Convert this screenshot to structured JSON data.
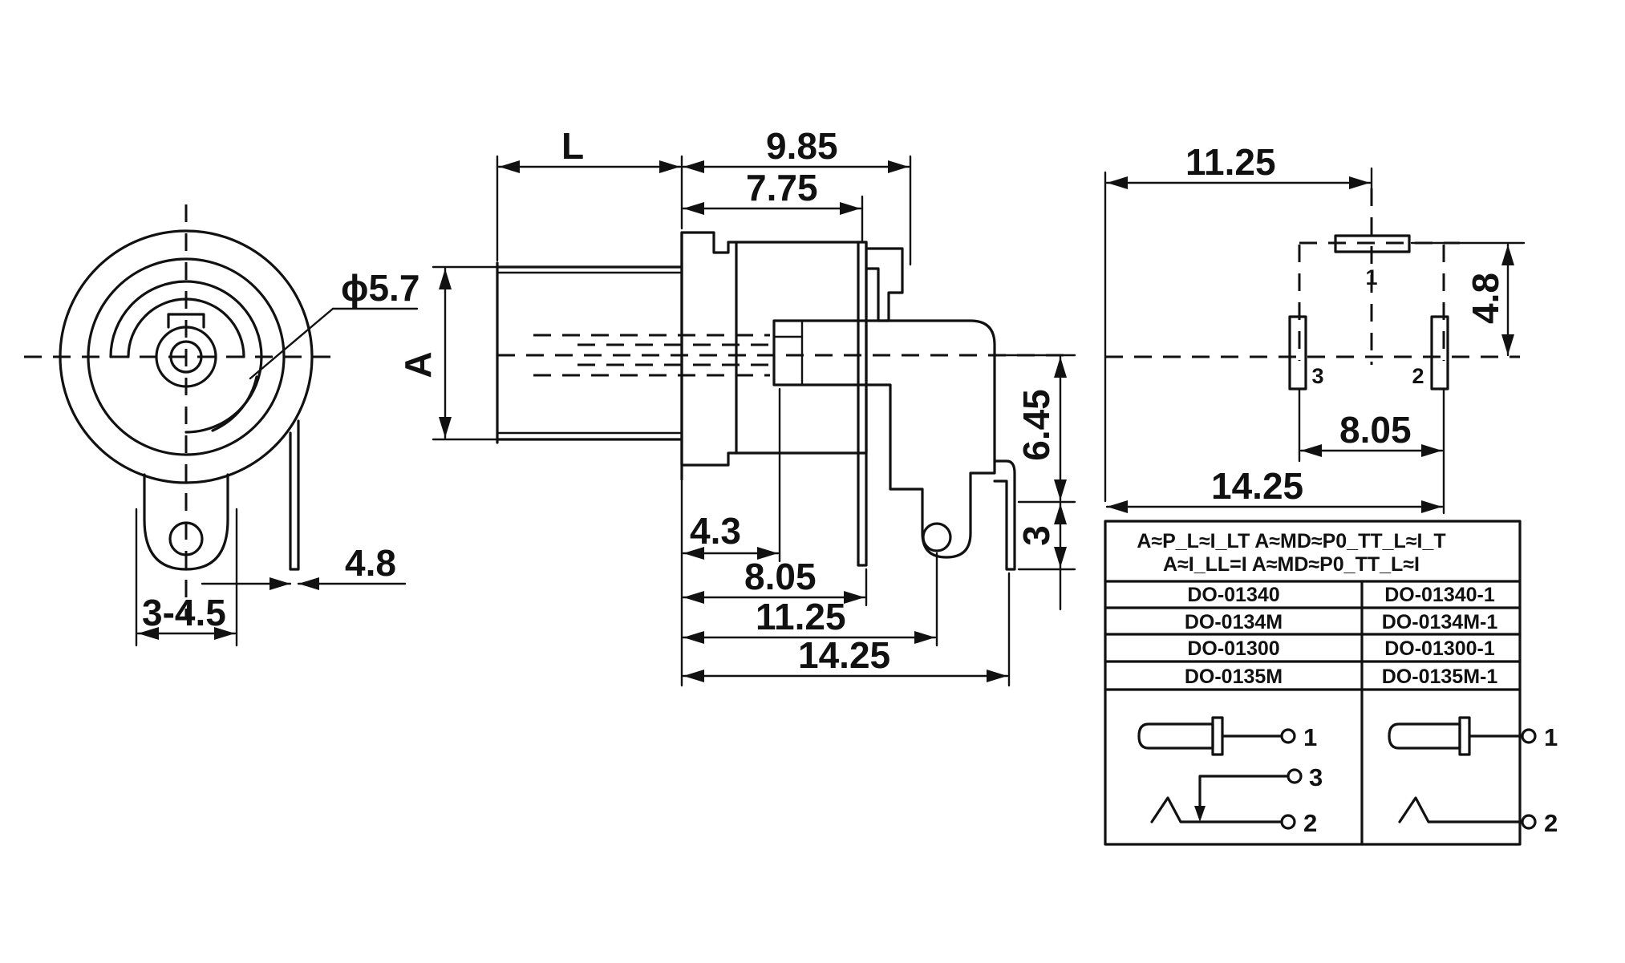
{
  "front_view": {
    "diameter_label": "ϕ5.7",
    "lug_width_label": "3-4.5",
    "pin_offset_label": "4.8"
  },
  "side_view": {
    "dim_L": "L",
    "dim_9_85": "9.85",
    "dim_7_75": "7.75",
    "dim_A": "A",
    "dim_6_45": "6.45",
    "dim_3": "3",
    "dim_4_3": "4.3",
    "dim_8_05": "8.05",
    "dim_11_25": "11.25",
    "dim_14_25": "14.25"
  },
  "footprint": {
    "dim_top": "11.25",
    "dim_height": "4.8",
    "dim_pin_spacing": "8.05",
    "dim_bottom": "14.25",
    "pins": [
      "1",
      "3",
      "2"
    ]
  },
  "table": {
    "header_line1": "A≈P_L≈I_LT A≈MD≈P0_TT_L≈I_T",
    "header_line2": "A≈I_LL=I A≈MD≈P0_TT_L≈I",
    "rows": [
      [
        "DO-01340",
        "DO-01340-1"
      ],
      [
        "DO-0134M",
        "DO-0134M-1"
      ],
      [
        "DO-01300",
        "DO-01300-1"
      ],
      [
        "DO-0135M",
        "DO-0135M-1"
      ]
    ],
    "left_pins": [
      "1",
      "3",
      "2"
    ],
    "right_pins": [
      "1",
      "2"
    ]
  }
}
